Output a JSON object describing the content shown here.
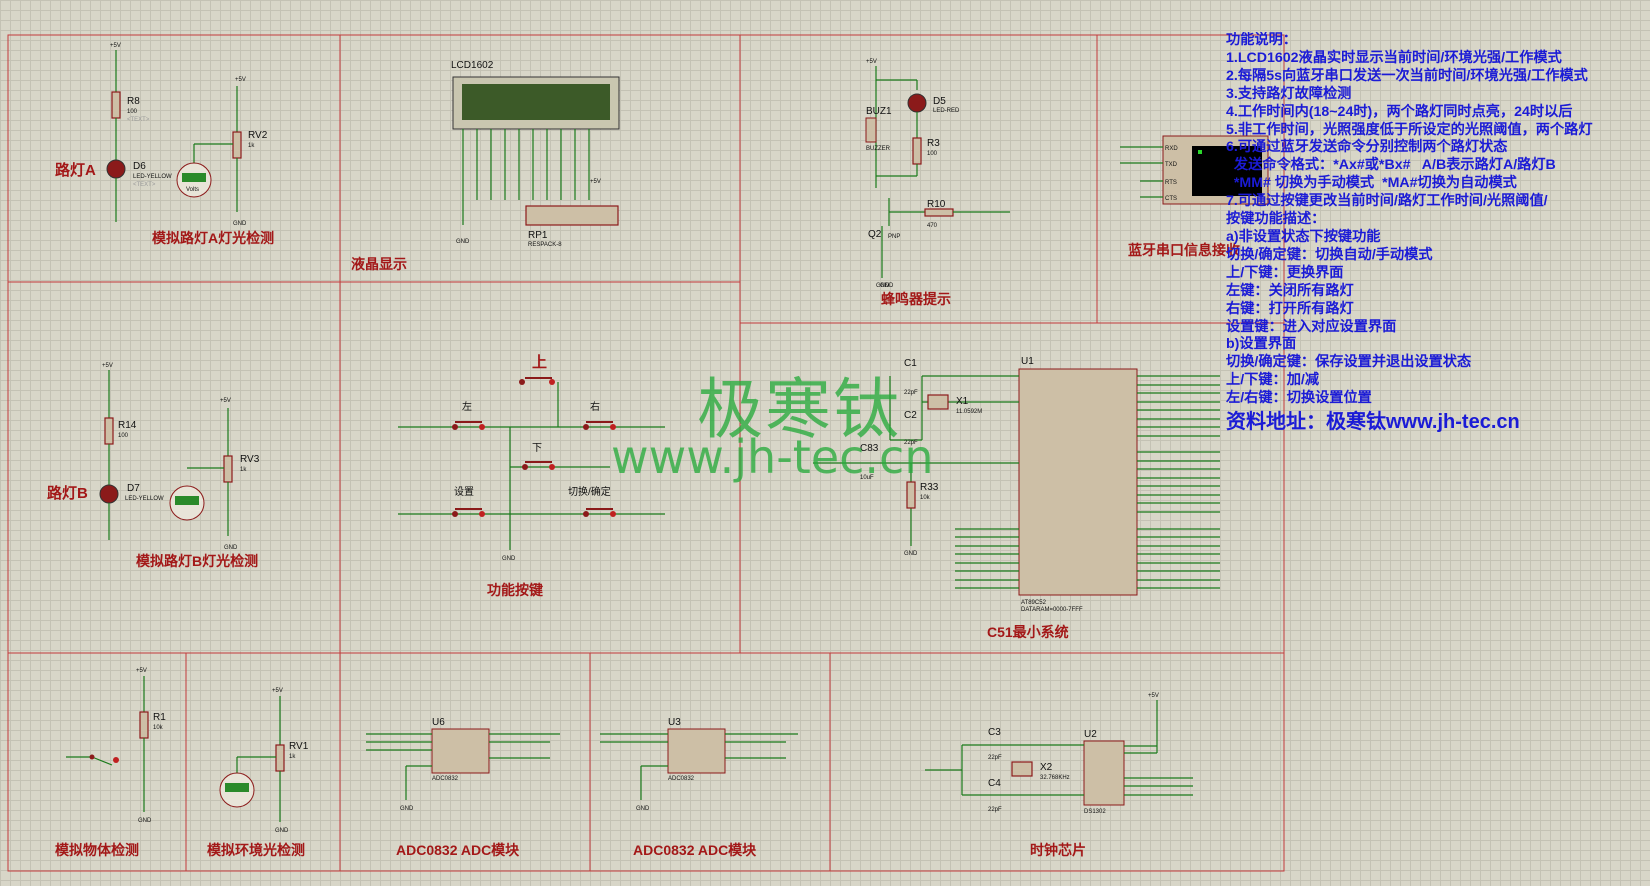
{
  "modules": {
    "lamp_a_detect": "模拟路灯A灯光检测",
    "lcd_display": "液晶显示",
    "buzzer": "蜂鸣器提示",
    "bluetooth": "蓝牙串口信息接收",
    "lamp_b_detect": "模拟路灯B灯光检测",
    "keys": "功能按键",
    "c51": "C51最小系统",
    "object_detect": "模拟物体检测",
    "ambient_light": "模拟环境光检测",
    "adc1": "ADC0832 ADC模块",
    "adc2": "ADC0832 ADC模块",
    "clock": "时钟芯片"
  },
  "lamps": {
    "a": "路灯A",
    "b": "路灯B"
  },
  "keys": {
    "up": "上",
    "left": "左",
    "right": "右",
    "down": "下",
    "set": "设置",
    "switch": "切换/确定"
  },
  "components": {
    "lcd": "LCD1602",
    "rp1": "RP1",
    "rp1_type": "RESPACK-8",
    "r8": "R8",
    "r8_val": "100",
    "rv2": "RV2",
    "rv2_val": "1k",
    "d6": "D6",
    "d6_type": "LED-YELLOW",
    "r14": "R14",
    "r14_val": "100",
    "rv3": "RV3",
    "rv3_val": "1k",
    "d7": "D7",
    "d7_type": "LED-YELLOW",
    "d5": "D5",
    "d5_type": "LED-RED",
    "buz1": "BUZ1",
    "buz_type": "BUZZER",
    "r3": "R3",
    "r3_val": "100",
    "r10": "R10",
    "r10_val": "470",
    "q2": "Q2",
    "q2_type": "PNP",
    "u1": "U1",
    "u1_type": "AT89C52",
    "u1_dataram": "DATARAM=0000-7FFF",
    "c1": "C1",
    "c1_val": "22pF",
    "c2": "C2",
    "c2_val": "22pF",
    "x1": "X1",
    "x1_val": "11.0592M",
    "c83": "C83",
    "c83_val": "10uF",
    "r33": "R33",
    "r33_val": "10k",
    "r1": "R1",
    "r1_val": "10k",
    "rv1": "RV1",
    "rv1_val": "1k",
    "u6": "U6",
    "u3": "U3",
    "adc_type": "ADC0832",
    "u2": "U2",
    "u2_type": "DS1302",
    "c3": "C3",
    "c3_val": "22pF",
    "c4": "C4",
    "c4_val": "22pF",
    "x2": "X2",
    "x2_val": "32.768KHz",
    "text_tag": "<TEXT>",
    "vcc": "+5V",
    "gnd": "GND",
    "volts": "Volts"
  },
  "description": {
    "lines": [
      "功能说明：",
      "1.LCD1602液晶实时显示当前时间/环境光强/工作模式",
      "2.每隔5s向蓝牙串口发送一次当前时间/环境光强/工作模式",
      "3.支持路灯故障检测",
      "4.工作时间内(18~24时)，两个路灯同时点亮，24时以后",
      "5.非工作时间，光照强度低于所设定的光照阈值，两个路灯",
      "6.可通过蓝牙发送命令分别控制两个路灯状态",
      "  发送命令格式：*Ax#或*Bx#   A/B表示路灯A/路灯B",
      "  *MM# 切换为手动模式  *MA#切换为自动模式",
      "7.可通过按键更改当前时间/路灯工作时间/光照阈值/",
      "按键功能描述：",
      "a)非设置状态下按键功能",
      "切换/确定键：切换自动/手动模式",
      "上/下键：更换界面",
      "左键：关闭所有路灯",
      "右键：打开所有路灯",
      "设置键：进入对应设置界面",
      "b)设置界面",
      "切换/确定键：保存设置并退出设置状态",
      "上/下键：加/减",
      "左/右键：切换设置位置"
    ],
    "source": "资料地址：极寒钛www.jh-tec.cn"
  },
  "watermark": {
    "name": "极寒钛",
    "url": "www.jh-tec.cn"
  },
  "colors": {
    "module_title": "#a31818",
    "description": "#1b1bd6",
    "watermark": "#28aa3c",
    "wire": "#1a7a1a",
    "frame": "#c23b3b",
    "sheet": "#d8d6c8"
  }
}
